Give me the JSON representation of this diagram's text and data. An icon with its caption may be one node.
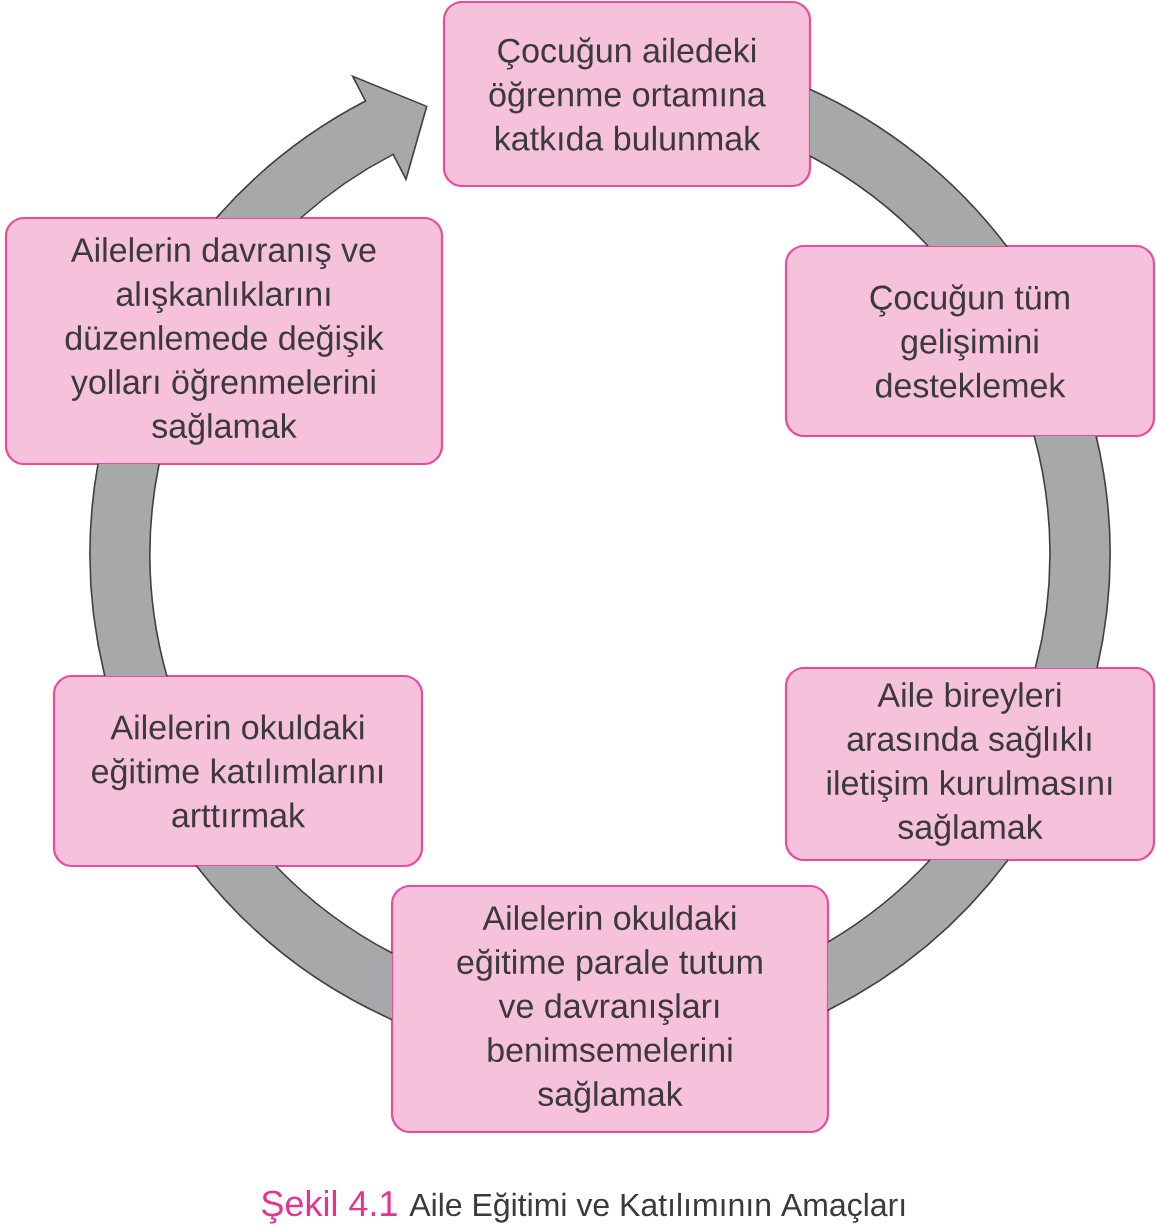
{
  "diagram": {
    "caption": "Aile Eğitimi ve Katılımının Amaçları",
    "nodes": [
      {
        "text": [
          "Çocuğun ailedeki öğrenme ortamına katkıda bulunmak"
        ]
      },
      {
        "text": [
          "Çocuğun tüm gelişimini desteklemek"
        ]
      },
      {
        "text": [
          "Aile bireyleri arasında sağlıklı iletişim kurulmasını sağlamak"
        ]
      },
      {
        "text": [
          "Ailelerin okuldaki eğitime parale tutum ve davranışları benimsemelerini sağlamak"
        ]
      },
      {
        "text": [
          "Ailelerin okuldaki eğitime katılımlarını arttırmak"
        ]
      },
      {
        "text": [
          "Ailelerin davranış ve alışkanlıklarını düzenlemede değişik yolları öğrenmelerini sağlamak"
        ]
      }
    ],
    "edges": [
      {
        "from": 0,
        "to": 1,
        "arrow": "none"
      },
      {
        "from": 1,
        "to": 2,
        "arrow": "none"
      },
      {
        "from": 2,
        "to": 3,
        "arrow": "none"
      },
      {
        "from": 3,
        "to": 4,
        "arrow": "none"
      },
      {
        "from": 4,
        "to": 5,
        "arrow": "none"
      },
      {
        "from": 5,
        "to": 0,
        "arrow": "to"
      }
    ],
    "labels": [
      "Şekil 4.1"
    ]
  }
}
